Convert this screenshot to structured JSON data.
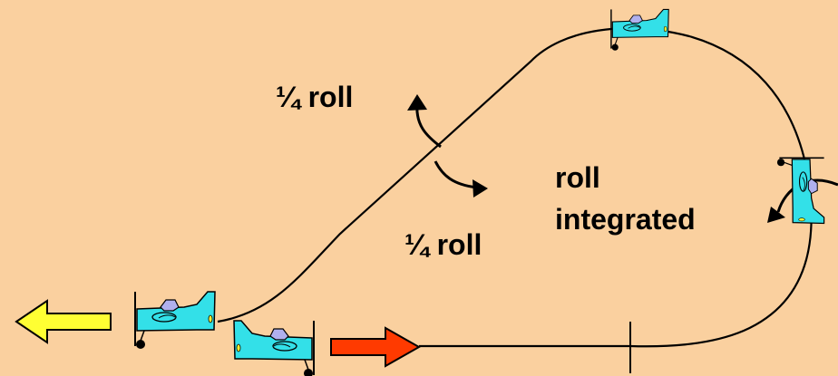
{
  "labels": {
    "quarter_roll_upper": "¼ roll",
    "quarter_roll_lower": "¼ roll",
    "roll_integrated_line1": "roll",
    "roll_integrated_line2": "integrated"
  },
  "colors": {
    "background": "#fad09f",
    "aircraft_body": "#33e0e8",
    "canopy": "#b0b0ee",
    "entry_arrow": "#ff3a00",
    "exit_arrow": "#ffff33",
    "path": "#000000"
  },
  "figure": {
    "entry_direction": "right",
    "exit_direction": "left",
    "aircraft_count": 4
  }
}
